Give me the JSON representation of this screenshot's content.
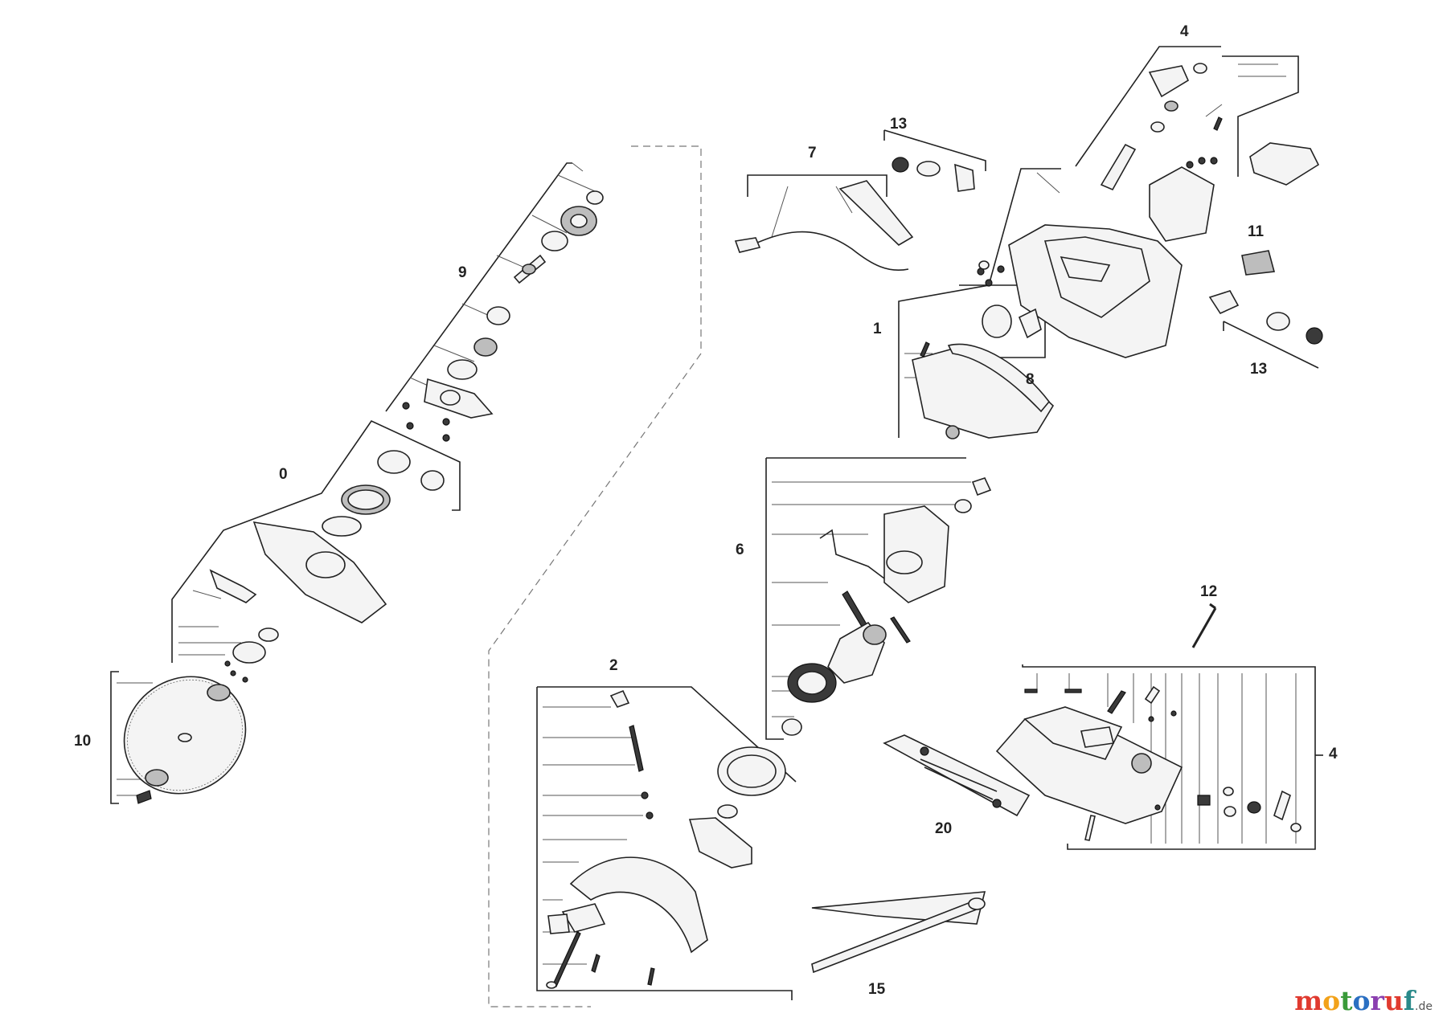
{
  "diagram": {
    "callouts": [
      {
        "id": "c1",
        "text": "1"
      },
      {
        "id": "c2",
        "text": "2"
      },
      {
        "id": "c3",
        "text": "0"
      },
      {
        "id": "c4a",
        "text": "4"
      },
      {
        "id": "c4b",
        "text": "4"
      },
      {
        "id": "c6",
        "text": "6"
      },
      {
        "id": "c7",
        "text": "7"
      },
      {
        "id": "c8",
        "text": "8"
      },
      {
        "id": "c9",
        "text": "9"
      },
      {
        "id": "c10",
        "text": "10"
      },
      {
        "id": "c11",
        "text": "11"
      },
      {
        "id": "c12",
        "text": "12"
      },
      {
        "id": "c13a",
        "text": "13"
      },
      {
        "id": "c13b",
        "text": "13"
      },
      {
        "id": "c15",
        "text": "15"
      },
      {
        "id": "c20",
        "text": "20"
      }
    ]
  },
  "watermark": {
    "letters": [
      {
        "ch": "m",
        "color": "#e03a2f"
      },
      {
        "ch": "o",
        "color": "#f2a21a"
      },
      {
        "ch": "t",
        "color": "#3a9a3a"
      },
      {
        "ch": "o",
        "color": "#2a6fc2"
      },
      {
        "ch": "r",
        "color": "#8b3fb0"
      },
      {
        "ch": "u",
        "color": "#e03a2f"
      },
      {
        "ch": "f",
        "color": "#2a8a8a"
      }
    ],
    "tld": ".de"
  }
}
